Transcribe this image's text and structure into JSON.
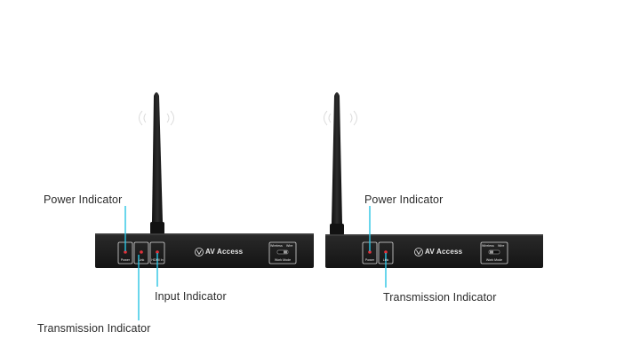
{
  "callouts": {
    "left_power": "Power Indicator",
    "left_input": "Input Indicator",
    "left_transmission": "Transmission Indicator",
    "right_power": "Power Indicator",
    "right_transmission": "Transmission Indicator"
  },
  "devices": {
    "left": {
      "brand": "AV Access",
      "buttons": [
        "Power",
        "Link",
        "HDMI In"
      ],
      "switch_labels": [
        "Wireless",
        "Wire"
      ],
      "switch_caption": "Work Mode"
    },
    "right": {
      "brand": "AV Access",
      "buttons": [
        "Power",
        "Link"
      ],
      "switch_labels": [
        "Wireless",
        "Wire"
      ],
      "switch_caption": "Work Mode"
    }
  },
  "colors": {
    "callout_line": "#29c4e3",
    "led": "#e0323a",
    "device_body": "#1b1b1b"
  }
}
